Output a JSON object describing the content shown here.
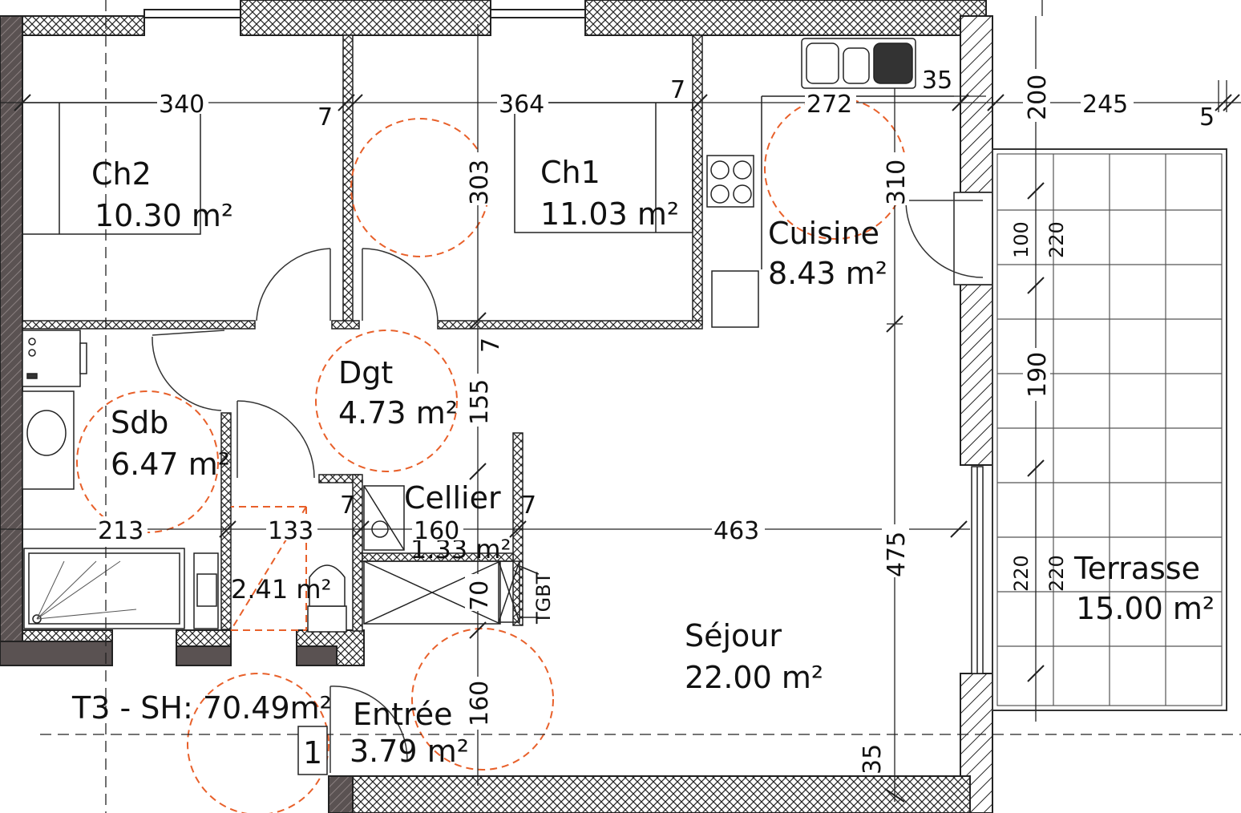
{
  "plan": {
    "title": "T3 - SH: 70.49m²",
    "lot_number": "1",
    "rooms": {
      "ch2": {
        "name": "Ch2",
        "area": "10.30 m²"
      },
      "ch1": {
        "name": "Ch1",
        "area": "11.03 m²"
      },
      "cuisine": {
        "name": "Cuisine",
        "area": "8.43 m²"
      },
      "dgt": {
        "name": "Dgt",
        "area": "4.73 m²"
      },
      "sdb": {
        "name": "Sdb",
        "area": "6.47 m²"
      },
      "cellier": {
        "name": "Cellier",
        "area": "1.33 m²"
      },
      "wc": {
        "area": "2.41 m²"
      },
      "sejour": {
        "name": "Séjour",
        "area": "22.00 m²"
      },
      "entree": {
        "name": "Entrée",
        "area": "3.79 m²"
      },
      "terrasse": {
        "name": "Terrasse",
        "area": "15.00 m²"
      }
    },
    "dimensions": {
      "ch2_width": "340",
      "wall_a": "7",
      "ch1_width": "364",
      "wall_b": "7",
      "cuisine_width": "272",
      "sink_depth": "35",
      "ext_200": "200",
      "ext_245": "245",
      "ext_5": "5",
      "ch1_depth": "303",
      "cuisine_depth": "310",
      "wall_c": "7",
      "dgt_depth": "155",
      "sdb_width": "213",
      "wc_width": "133",
      "cellier_width": "160",
      "sejour_width": "463",
      "wall_d": "7",
      "wall_e": "7",
      "sejour_depth": "475",
      "cellier_depth": "70",
      "entree_depth": "160",
      "bottom_35": "35",
      "terr_100": "100",
      "terr_220a": "220",
      "terr_190": "190",
      "terr_220b": "220",
      "terr_220c": "220"
    },
    "labels": {
      "tgbt": "TGBT"
    }
  }
}
